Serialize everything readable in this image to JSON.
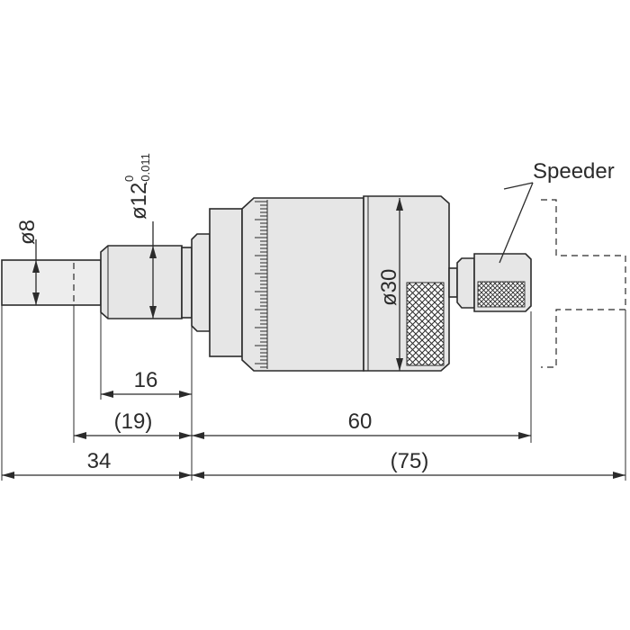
{
  "labels": {
    "speeder": "Speeder",
    "shank_diameter": "ø8",
    "spindle_diameter_base": "ø12",
    "spindle_tol_upper": "0",
    "spindle_tol_lower": "-0.011",
    "thimble_diameter": "ø30"
  },
  "dimensions": {
    "d16": "16",
    "d19": "(19)",
    "d34": "34",
    "d60": "60",
    "d75": "(75)"
  },
  "colors": {
    "line": "#2b2b2b",
    "body_fill": "#e6e6e6"
  }
}
